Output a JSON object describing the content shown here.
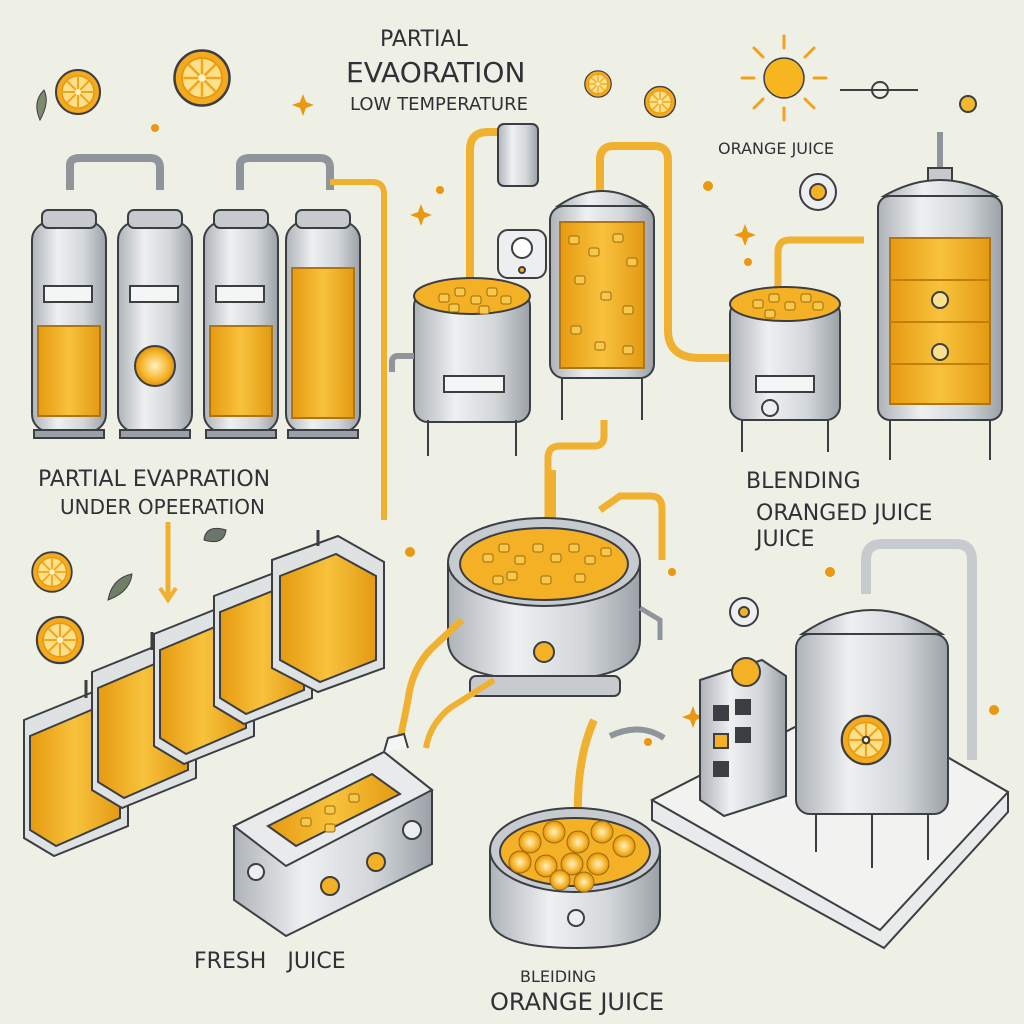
{
  "labels": {
    "top_title_line1": "PARTIAL",
    "top_title_line2": "EVAORATION",
    "top_title_line3": "LOW TEMPERATURE",
    "orange_juice_top": "ORANGE JUICE",
    "left_title_line1": "PARTIAL EVAPRATION",
    "left_title_line2": "UNDER OPEERATION",
    "right_title_line1": "BLENDING",
    "right_title_line2": "ORANGED JUICE",
    "right_title_line3": "JUICE",
    "fresh_juice": "FRESH   JUICE",
    "bottom_line1": "BLEIDING",
    "bottom_line2": "ORANGE JUICE"
  },
  "colors": {
    "background": "#eef0e6",
    "juice": "#f4b126",
    "juice_dark": "#e39a12",
    "steel": "#cfd3d6",
    "steel_dark": "#8f959b",
    "outline": "#3b3e42",
    "pipe": "#f0b030"
  },
  "icons": [
    "orange-slice-icon",
    "sun-icon",
    "leaf-icon",
    "sparkle-icon",
    "gauge-icon"
  ]
}
